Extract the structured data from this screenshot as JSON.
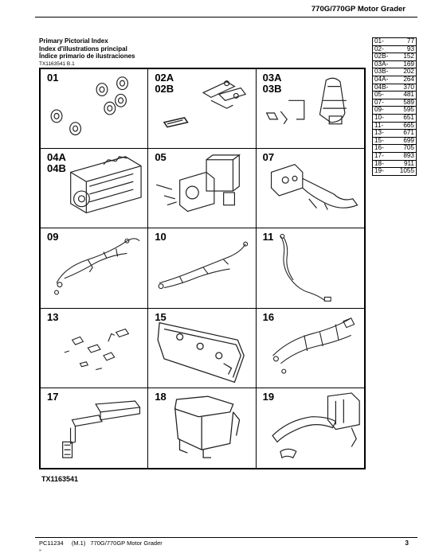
{
  "header": {
    "title": "770G/770GP Motor Grader"
  },
  "index": {
    "title_en": "Primary Pictorial Index",
    "title_fr": "Index d'illustrations principal",
    "title_es": "Índice primario de ilustraciones",
    "ref": "TX1163541 B.1"
  },
  "cells": [
    {
      "label": "01"
    },
    {
      "label": "02A\n02B"
    },
    {
      "label": "03A\n03B"
    },
    {
      "label": "04A\n04B"
    },
    {
      "label": "05"
    },
    {
      "label": "07"
    },
    {
      "label": "09"
    },
    {
      "label": "10"
    },
    {
      "label": "11"
    },
    {
      "label": "13"
    },
    {
      "label": "15"
    },
    {
      "label": "16"
    },
    {
      "label": "17"
    },
    {
      "label": "18"
    },
    {
      "label": "19"
    }
  ],
  "page_table": [
    {
      "section": "01-",
      "page": "77"
    },
    {
      "section": "02-",
      "page": "93"
    },
    {
      "section": "02B-",
      "page": "152"
    },
    {
      "section": "03A-",
      "page": "169"
    },
    {
      "section": "03B-",
      "page": "202"
    },
    {
      "section": "04A-",
      "page": "264"
    },
    {
      "section": "04B-",
      "page": "370"
    },
    {
      "section": "05-",
      "page": "481"
    },
    {
      "section": "07-",
      "page": "589"
    },
    {
      "section": "09-",
      "page": "595"
    },
    {
      "section": "10-",
      "page": "651"
    },
    {
      "section": "11-",
      "page": "665"
    },
    {
      "section": "13-",
      "page": "671"
    },
    {
      "section": "15-",
      "page": "699"
    },
    {
      "section": "16-",
      "page": "705"
    },
    {
      "section": "17-",
      "page": "893"
    },
    {
      "section": "18-",
      "page": "911"
    },
    {
      "section": "19-",
      "page": "1055"
    }
  ],
  "figure_ref": "TX1163541",
  "footer": {
    "doc_id": "PC11234",
    "revision": "(M.1)",
    "title": "770G/770GP Motor Grader",
    "page_number": "3",
    "mark": "»"
  }
}
